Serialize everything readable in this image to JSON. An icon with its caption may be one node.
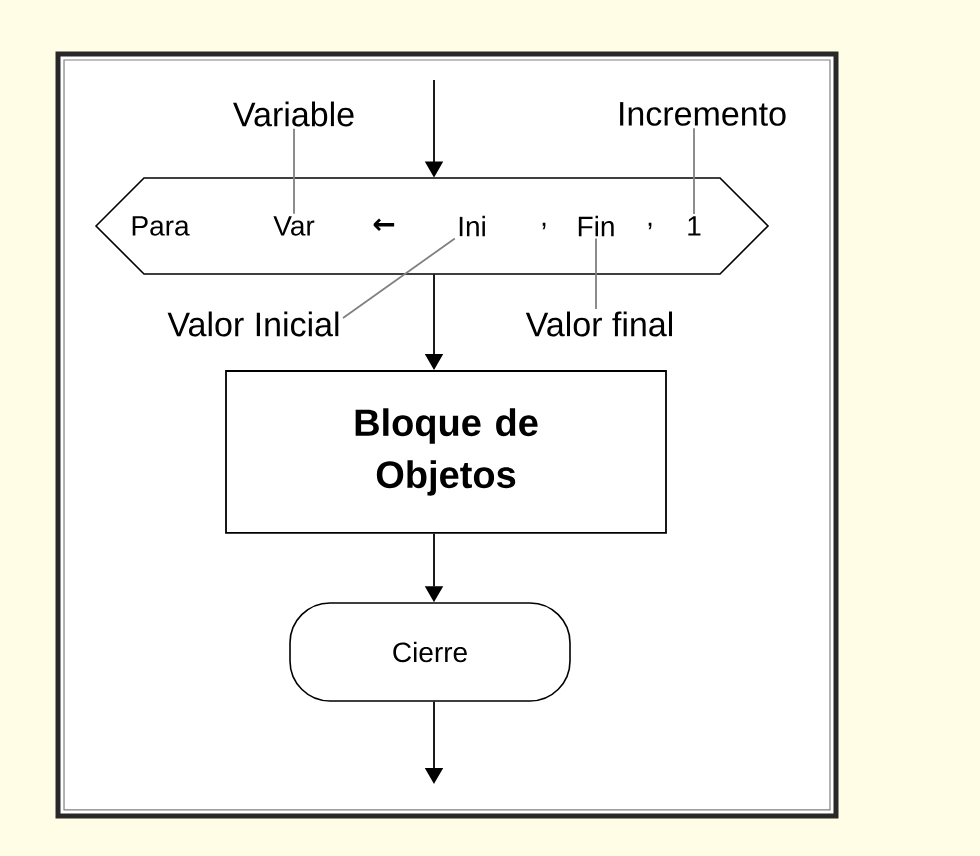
{
  "diagram": {
    "nodes": [
      {
        "text": [
          "Para",
          "←",
          ",",
          ","
        ]
      },
      {
        "text": [
          "Var"
        ],
        "in": 0
      },
      {
        "text": [
          "Ini"
        ],
        "in": 0
      },
      {
        "text": [
          "Fin"
        ],
        "in": 0
      },
      {
        "text": [
          "1"
        ],
        "in": 0
      },
      {
        "text": [
          "Variable"
        ]
      },
      {
        "text": [
          "Incremento"
        ]
      },
      {
        "text": [
          "Valor Inicial"
        ]
      },
      {
        "text": [
          "Valor final"
        ]
      },
      {
        "text": [
          "Bloque de Objetos"
        ]
      },
      {
        "text": [
          "Cierre"
        ]
      }
    ],
    "edges": [
      {
        "from": null,
        "to": 0,
        "arrow": "to"
      },
      {
        "from": 0,
        "to": 9,
        "arrow": "to"
      },
      {
        "from": 9,
        "to": 10,
        "arrow": "to"
      },
      {
        "from": 10,
        "to": null,
        "arrow": "to"
      },
      {
        "from": 5,
        "to": 1,
        "arrow": "none",
        "color": "#808080"
      },
      {
        "from": 6,
        "to": 4,
        "arrow": "none",
        "color": "#808080"
      },
      {
        "from": 7,
        "to": 2,
        "arrow": "none",
        "color": "#808080"
      },
      {
        "from": 8,
        "to": 3,
        "arrow": "none",
        "color": "#808080"
      }
    ]
  }
}
